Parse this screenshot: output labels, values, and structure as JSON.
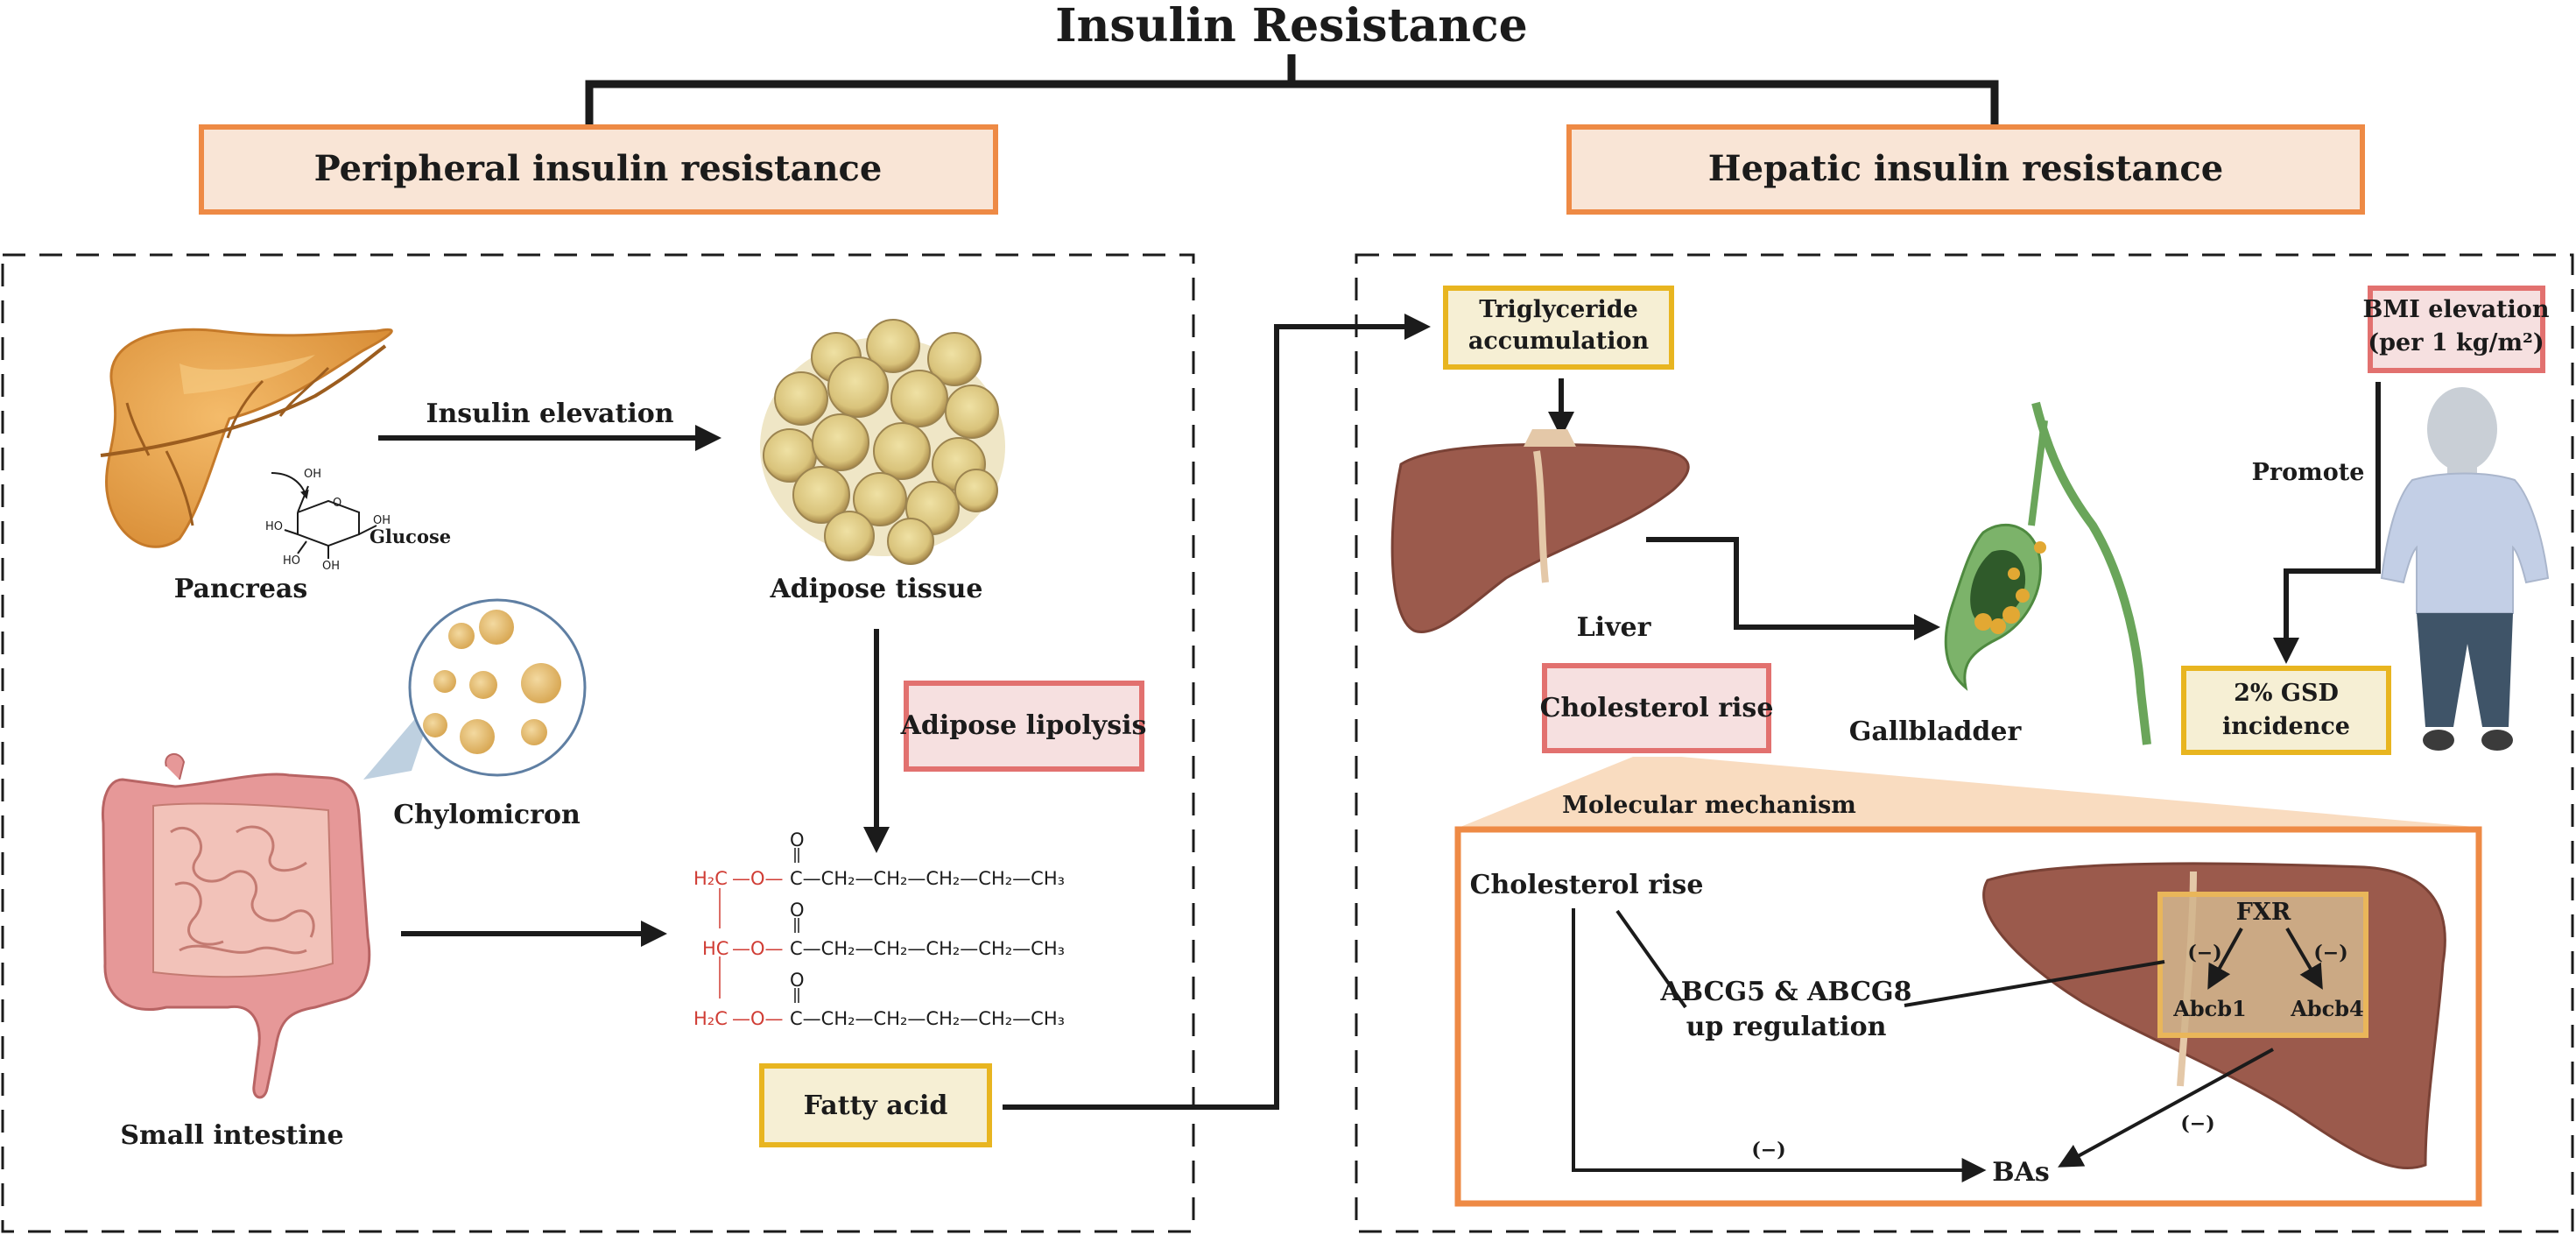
{
  "title": "Insulin Resistance",
  "branches": {
    "peripheral": "Peripheral insulin resistance",
    "hepatic": "Hepatic insulin resistance"
  },
  "peripheral_panel": {
    "pancreas": "Pancreas",
    "glucose": "Glucose",
    "insulin_elevation": "Insulin elevation",
    "adipose_tissue": "Adipose tissue",
    "adipose_lipolysis": "Adipose lipolysis",
    "chylomicron": "Chylomicron",
    "small_intestine": "Small intestine",
    "fatty_acid": "Fatty acid",
    "glucose_oh": "OH",
    "glucose_ho": "HO",
    "glucose_o": "O",
    "chem": {
      "carbonyl_o": "O",
      "glycerol": [
        "H₂C",
        "HC",
        "H₂C"
      ],
      "ester_link": "—O—",
      "acyl_chain": "C—CH₂—CH₂—CH₂—CH₂—CH₃"
    }
  },
  "hepatic_panel": {
    "triglyceride_line1": "Triglyceride",
    "triglyceride_line2": "accumulation",
    "liver": "Liver",
    "cholesterol_rise_box": "Cholesterol rise",
    "gallbladder": "Gallbladder",
    "bmi_line1": "BMI elevation",
    "bmi_line2": "(per 1 kg/m²)",
    "promote": "Promote",
    "gsd_line1": "2% GSD",
    "gsd_line2": "incidence"
  },
  "mechanism": {
    "header": "Molecular mechanism",
    "cholesterol_rise": "Cholesterol rise",
    "abcg_line1": "ABCG5 & ABCG8",
    "abcg_line2": "up regulation",
    "fxr": "FXR",
    "inhibit_left": "(−)",
    "inhibit_right": "(−)",
    "abcb1": "Abcb1",
    "abcb4": "Abcb4",
    "inhibit_liver": "(−)",
    "inhibit_bottom": "(−)",
    "bas": "BAs"
  },
  "colors": {
    "orange_border": "#ee8a45",
    "orange_fill": "#f9e5d6",
    "yellow_border": "#e8b520",
    "yellow_fill": "#f6efd4",
    "pink_border": "#e2716f",
    "pink_fill": "#f6e0e0",
    "liver": "#9b5a4c",
    "gallbladder": "#7cb36a"
  }
}
